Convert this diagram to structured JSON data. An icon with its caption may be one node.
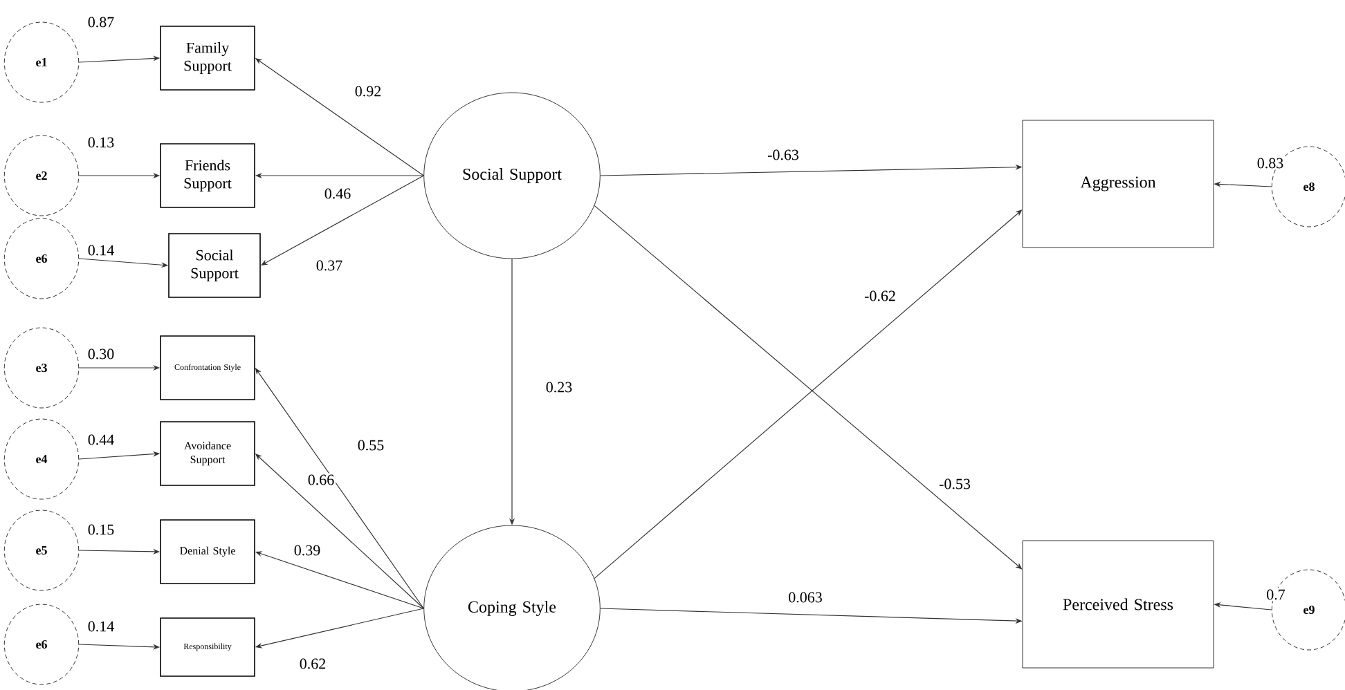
{
  "diagram": {
    "nodes": [
      {
        "text": [
          "e1"
        ]
      },
      {
        "text": [
          "Family Support"
        ]
      },
      {
        "text": [
          "e2"
        ]
      },
      {
        "text": [
          "Friends Support"
        ]
      },
      {
        "text": [
          "e6"
        ]
      },
      {
        "text": [
          "Social Support"
        ]
      },
      {
        "text": [
          "e3"
        ]
      },
      {
        "text": [
          "Confrontation Style"
        ]
      },
      {
        "text": [
          "e4"
        ]
      },
      {
        "text": [
          "Avoidance Support"
        ]
      },
      {
        "text": [
          "e5"
        ]
      },
      {
        "text": [
          "Denial Style"
        ]
      },
      {
        "text": [
          "e6"
        ]
      },
      {
        "text": [
          "Responsibility"
        ]
      },
      {
        "text": [
          "Social Support"
        ]
      },
      {
        "text": [
          "Coping Style"
        ]
      },
      {
        "text": [
          "Aggression"
        ]
      },
      {
        "text": [
          "Perceived Stress"
        ]
      },
      {
        "text": [
          "e8"
        ]
      },
      {
        "text": [
          "e9"
        ]
      }
    ],
    "edges": [
      {
        "from": 0,
        "to": 1,
        "arrow": "to",
        "label": "0.87"
      },
      {
        "from": 2,
        "to": 3,
        "arrow": "to",
        "label": "0.13"
      },
      {
        "from": 4,
        "to": 5,
        "arrow": "to",
        "label": "0.14"
      },
      {
        "from": 6,
        "to": 7,
        "arrow": "to",
        "label": "0.30"
      },
      {
        "from": 8,
        "to": 9,
        "arrow": "to",
        "label": "0.44"
      },
      {
        "from": 10,
        "to": 11,
        "arrow": "to",
        "label": "0.15"
      },
      {
        "from": 12,
        "to": 13,
        "arrow": "to",
        "label": "0.14"
      },
      {
        "from": 14,
        "to": 1,
        "arrow": "to",
        "label": "0.92"
      },
      {
        "from": 14,
        "to": 3,
        "arrow": "to",
        "label": "0.46"
      },
      {
        "from": 14,
        "to": 5,
        "arrow": "to",
        "label": "0.37"
      },
      {
        "from": 15,
        "to": 7,
        "arrow": "to",
        "label": "0.55"
      },
      {
        "from": 15,
        "to": 9,
        "arrow": "to",
        "label": "0.66"
      },
      {
        "from": 15,
        "to": 11,
        "arrow": "to",
        "label": "0.39"
      },
      {
        "from": 15,
        "to": 13,
        "arrow": "to",
        "label": "0.62"
      },
      {
        "from": 14,
        "to": 15,
        "arrow": "to",
        "label": "0.23"
      },
      {
        "from": 14,
        "to": 16,
        "arrow": "to",
        "label": "-0.63"
      },
      {
        "from": 14,
        "to": 17,
        "arrow": "to",
        "label": "-0.53"
      },
      {
        "from": 15,
        "to": 16,
        "arrow": "to",
        "label": "-0.62"
      },
      {
        "from": 15,
        "to": 17,
        "arrow": "to",
        "label": "0.063"
      },
      {
        "from": 18,
        "to": 16,
        "arrow": "to",
        "label": "0.83"
      },
      {
        "from": 19,
        "to": 17,
        "arrow": "to",
        "label": "0.7"
      }
    ]
  }
}
